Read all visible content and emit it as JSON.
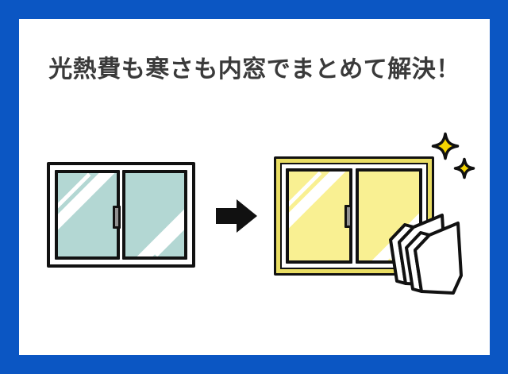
{
  "title": {
    "text": "光熱費も寒さも内窓でまとめて解決！"
  },
  "illustration": {
    "before_window": {
      "name": "existing-single-window",
      "panes": 2,
      "glass_color": "#b3d7d3",
      "frame_fill": "#ffffff",
      "handle_color": "#919191"
    },
    "arrow": {
      "direction": "right",
      "color": "#111111"
    },
    "after_window": {
      "name": "inner-window-installed",
      "panes": 2,
      "glass_color": "#f9f092",
      "frame_band_color": "#e9dd63",
      "handle_color": "#919191"
    },
    "sparkles": {
      "count": 2,
      "fill": "#f5d500",
      "outline": "#111111"
    },
    "spare_glass_panes": {
      "count": 2,
      "fill": "#ffffff",
      "outline": "#111111"
    }
  },
  "colors": {
    "frame_blue": "#0b56c3",
    "card_white": "#ffffff",
    "ink": "#111111",
    "glass_teal": "#b3d7d3",
    "glass_yellow": "#f9f092",
    "frame_yellow": "#e9dd63",
    "sparkle_gold": "#f5d500",
    "handle_gray": "#919191",
    "title_color": "#3a3a3a"
  }
}
